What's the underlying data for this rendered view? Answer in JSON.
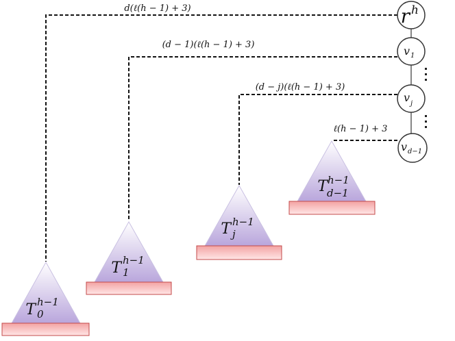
{
  "nodes": [
    {
      "id": "root",
      "base": "r",
      "sup": "h",
      "sub": ""
    },
    {
      "id": "v1",
      "base": "v",
      "sup": "",
      "sub": "1"
    },
    {
      "id": "vj",
      "base": "v",
      "sup": "",
      "sub": "j"
    },
    {
      "id": "vd1",
      "base": "v",
      "sup": "",
      "sub": "d−1"
    }
  ],
  "edge_labels": {
    "root": "d(ℓ(h − 1) + 3)",
    "v1": "(d − 1)(ℓ(h − 1) + 3)",
    "vj": "(d − j)(ℓ(h − 1) + 3)",
    "vd1": "ℓ(h − 1) + 3"
  },
  "subtrees": [
    {
      "id": "T0",
      "base": "T",
      "sup": "h−1",
      "sub": "0"
    },
    {
      "id": "T1",
      "base": "T",
      "sup": "h−1",
      "sub": "1"
    },
    {
      "id": "Tj",
      "base": "T",
      "sup": "h−1",
      "sub": "j"
    },
    {
      "id": "Td1",
      "base": "T",
      "sup": "h−1",
      "sub": "d−1"
    }
  ],
  "colors": {
    "triangle_fill_top": "#ffffff",
    "triangle_fill_bottom": "#b9a6dc",
    "base_fill_top": "#f3a3a3",
    "base_fill_bottom": "#ffe6e6",
    "triangle_stroke": "#c34a4a",
    "line": "#111111"
  }
}
